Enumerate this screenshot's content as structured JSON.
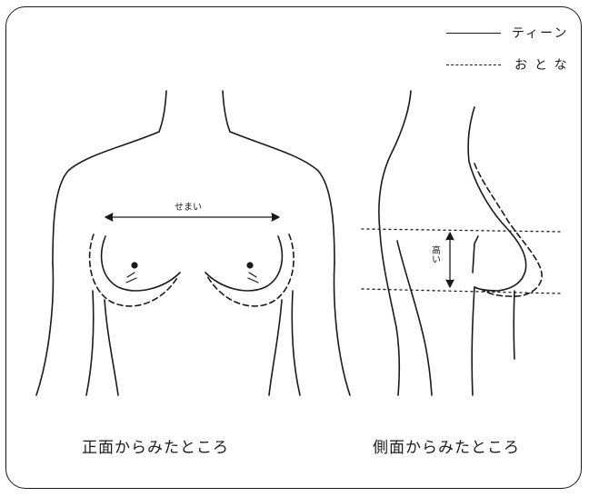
{
  "legend": {
    "solid_label": "ティーン",
    "dashed_label": "おとな"
  },
  "front": {
    "caption": "正面からみたところ",
    "width_label": "せまい"
  },
  "side": {
    "caption": "側面からみたところ",
    "height_label": "高い"
  },
  "colors": {
    "line": "#1a1a1a",
    "background": "#ffffff"
  }
}
